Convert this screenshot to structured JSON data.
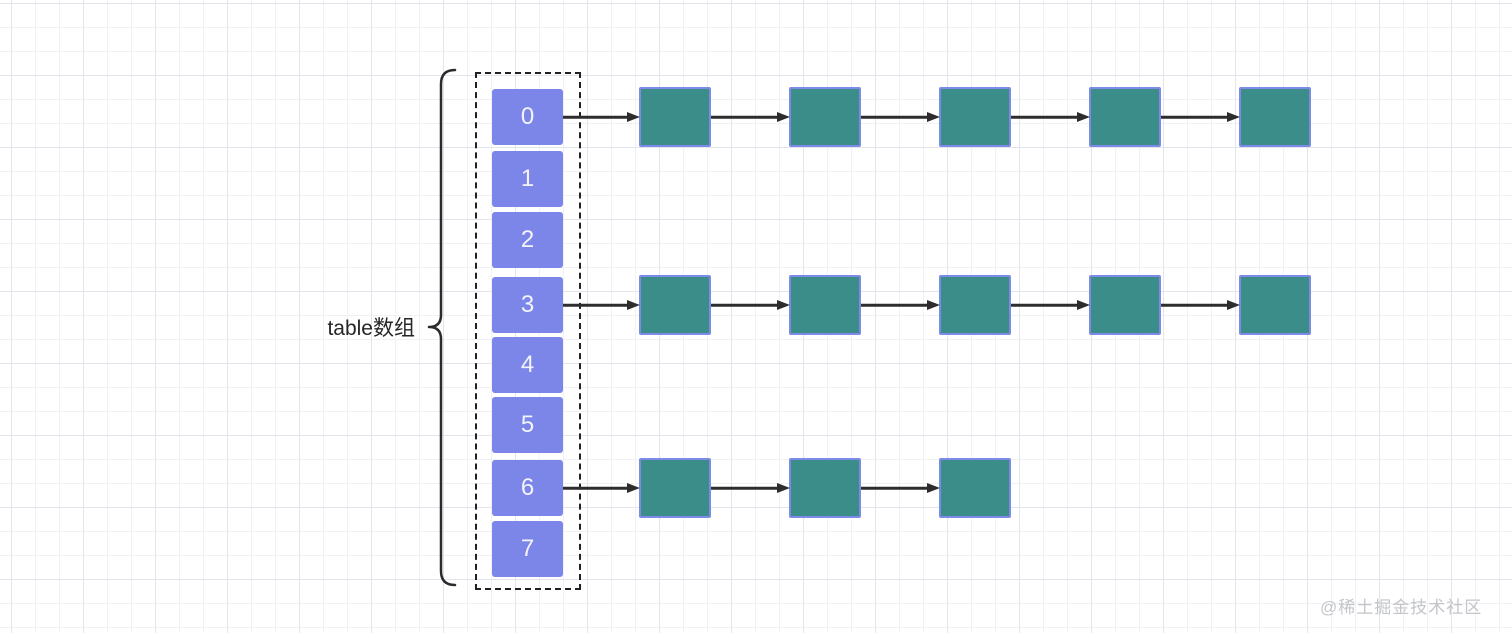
{
  "diagram": {
    "label": "table数组",
    "array": {
      "cells": [
        {
          "index": "0"
        },
        {
          "index": "1"
        },
        {
          "index": "2"
        },
        {
          "index": "3"
        },
        {
          "index": "4"
        },
        {
          "index": "5"
        },
        {
          "index": "6"
        },
        {
          "index": "7"
        }
      ]
    },
    "buckets": [
      {
        "array_index": 0,
        "node_count": 5
      },
      {
        "array_index": 3,
        "node_count": 5
      },
      {
        "array_index": 6,
        "node_count": 3
      }
    ],
    "colors": {
      "cell_fill": "#7B86E8",
      "cell_text": "#F3F4FA",
      "node_fill": "#3A8D89",
      "node_border": "#7D8AE8",
      "arrow": "#2D2D2D",
      "brace": "#2B2B2B"
    }
  },
  "watermark": "@稀土掘金技术社区"
}
